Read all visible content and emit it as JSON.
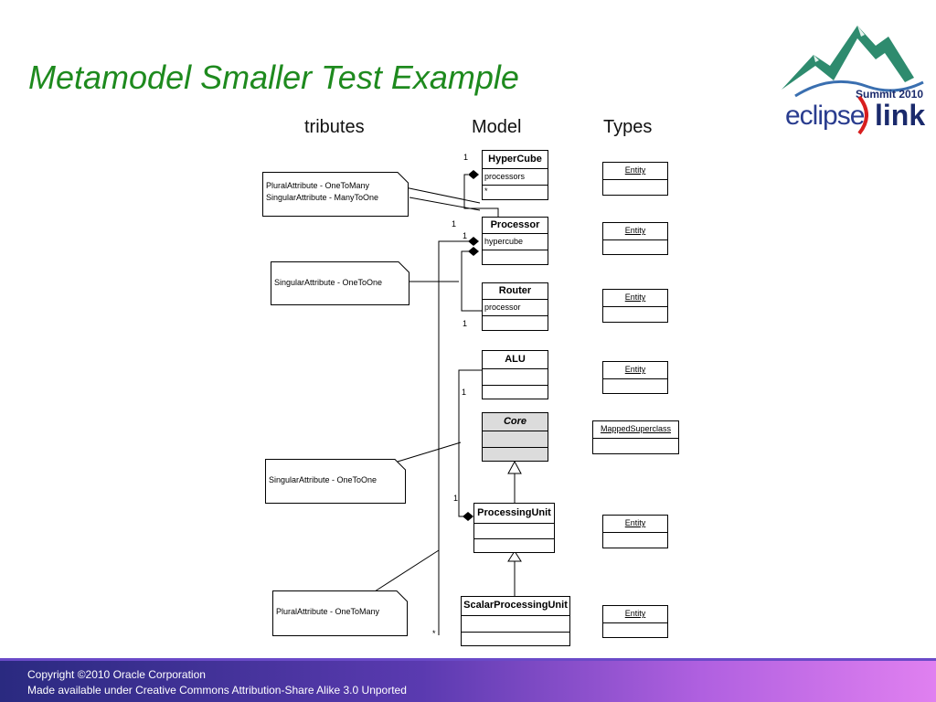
{
  "slide": {
    "title": "Metamodel Smaller Test Example",
    "column_headers": [
      "tributes",
      "Model",
      "Types"
    ]
  },
  "logo": {
    "summit": "Summit 2010",
    "eclipse": "eclipse",
    "link": "link"
  },
  "notes": [
    {
      "lines": [
        "PluralAttribute - OneToMany",
        "SingularAttribute - ManyToOne"
      ]
    },
    {
      "lines": [
        "SingularAttribute - OneToOne"
      ]
    },
    {
      "lines": [
        "SingularAttribute - OneToOne"
      ]
    },
    {
      "lines": [
        "PluralAttribute - OneToMany"
      ]
    }
  ],
  "classes": [
    {
      "name": "HyperCube",
      "attrs": [
        "processors",
        "*"
      ]
    },
    {
      "name": "Processor",
      "attrs": [
        "hypercube",
        ""
      ]
    },
    {
      "name": "Router",
      "attrs": [
        "processor",
        ""
      ]
    },
    {
      "name": "ALU",
      "attrs": [
        "",
        ""
      ]
    },
    {
      "name": "Core",
      "attrs": [
        "",
        ""
      ]
    },
    {
      "name": "ProcessingUnit",
      "attrs": [
        "",
        ""
      ]
    },
    {
      "name": "ScalarProcessingUnit",
      "attrs": [
        "",
        ""
      ]
    }
  ],
  "multiplicities": [
    "1",
    "1",
    "1",
    "1",
    "1",
    "1",
    "*"
  ],
  "types": [
    "Entity",
    "Entity",
    "Entity",
    "Entity",
    "MappedSuperclass",
    "Entity",
    "Entity"
  ],
  "footer": {
    "copyright": "Copyright ©2010 Oracle Corporation",
    "license": "Made available under Creative Commons Attribution-Share Alike 3.0 Unported"
  },
  "colors": {
    "title": "#1e8a1e",
    "footer_start": "#2a2a80",
    "footer_end": "#e080f0"
  }
}
